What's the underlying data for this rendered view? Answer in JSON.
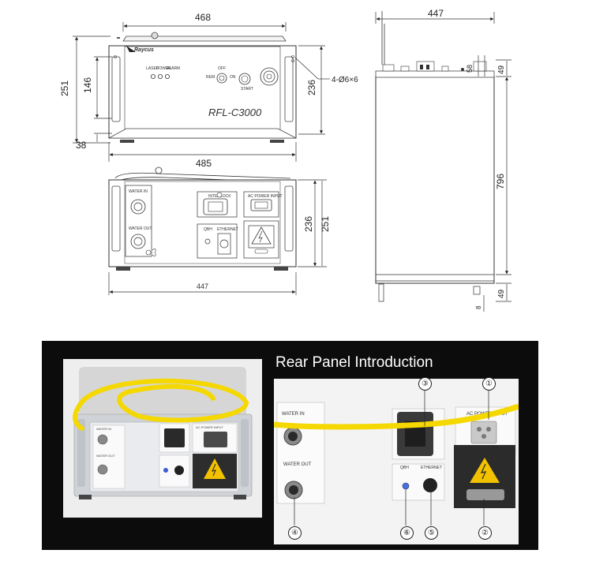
{
  "front_view": {
    "brand": "Raycus",
    "model": "RFL-C3000",
    "indicator_labels": [
      "LASER",
      "POWER",
      "ALARM"
    ],
    "switch_labels": [
      "OFF",
      "REM",
      "ON",
      "START"
    ],
    "dims": {
      "width_top": "468",
      "width_bottom": "485",
      "height_total": "251",
      "height_inner": "146",
      "height_right": "236",
      "foot": "38",
      "hole_spec": "4-Ø6×6"
    }
  },
  "side_view": {
    "dims": {
      "width": "447",
      "depth": "796",
      "top_right": "49",
      "bottom_right": "49",
      "top_small": "58",
      "bottom_small": "8"
    }
  },
  "rear_view": {
    "labels": {
      "water_in": "WATER IN",
      "water_out": "WATER OUT",
      "interlock": "INTERLOCK",
      "ac_power_input": "AC POWER INPUT",
      "qbh": "QBH",
      "ethernet": "ETHERNET"
    },
    "dims": {
      "width": "447",
      "height_inner": "236",
      "height_total": "251"
    }
  },
  "rear_panel": {
    "title": "Rear Panel Introduction",
    "photo_labels": {
      "water_in": "WATER IN",
      "water_out": "WATER OUT",
      "ac_power_input": "AC POWER INPUT",
      "qbh": "QBH",
      "ethernet": "ETHERNET"
    },
    "callouts": [
      "①",
      "②",
      "③",
      "④",
      "⑤",
      "⑥"
    ]
  }
}
